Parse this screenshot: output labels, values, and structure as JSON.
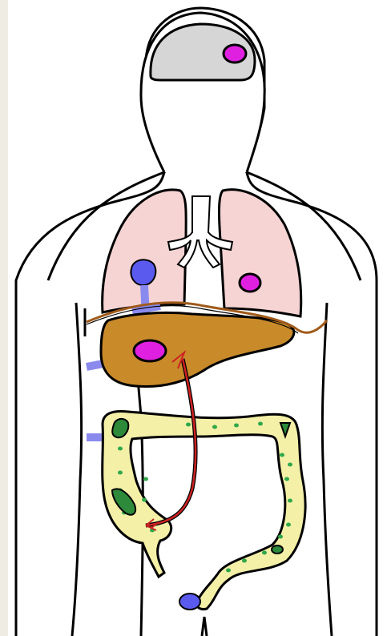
{
  "colors": {
    "background": "#ffffff",
    "margin_strip": "#efece4",
    "outline": "#000000",
    "brain": "#d6d6d6",
    "lung": "#f7d4d4",
    "bronchi": "#ffffff",
    "liver": "#c98a2a",
    "colon": "#f4f0a8",
    "colon_dots": "#2fa84a",
    "polyp": "#2c8a3a",
    "metastasis": "#e020e0",
    "lymph_vessel": "#8a8aee",
    "lymph_node": "#5a5aee",
    "portal_vein": "#cc2222",
    "diaphragm": "#a05a1a"
  },
  "regions": [
    {
      "name": "brain",
      "icon": "brain"
    },
    {
      "name": "lung-left",
      "icon": "lung"
    },
    {
      "name": "lung-right",
      "icon": "lung"
    },
    {
      "name": "bronchi",
      "icon": "bronchi"
    },
    {
      "name": "liver",
      "icon": "liver"
    },
    {
      "name": "colon",
      "icon": "colon"
    },
    {
      "name": "portal-vein",
      "icon": "vessel"
    },
    {
      "name": "lymphatic-vessels",
      "icon": "vessel"
    }
  ]
}
